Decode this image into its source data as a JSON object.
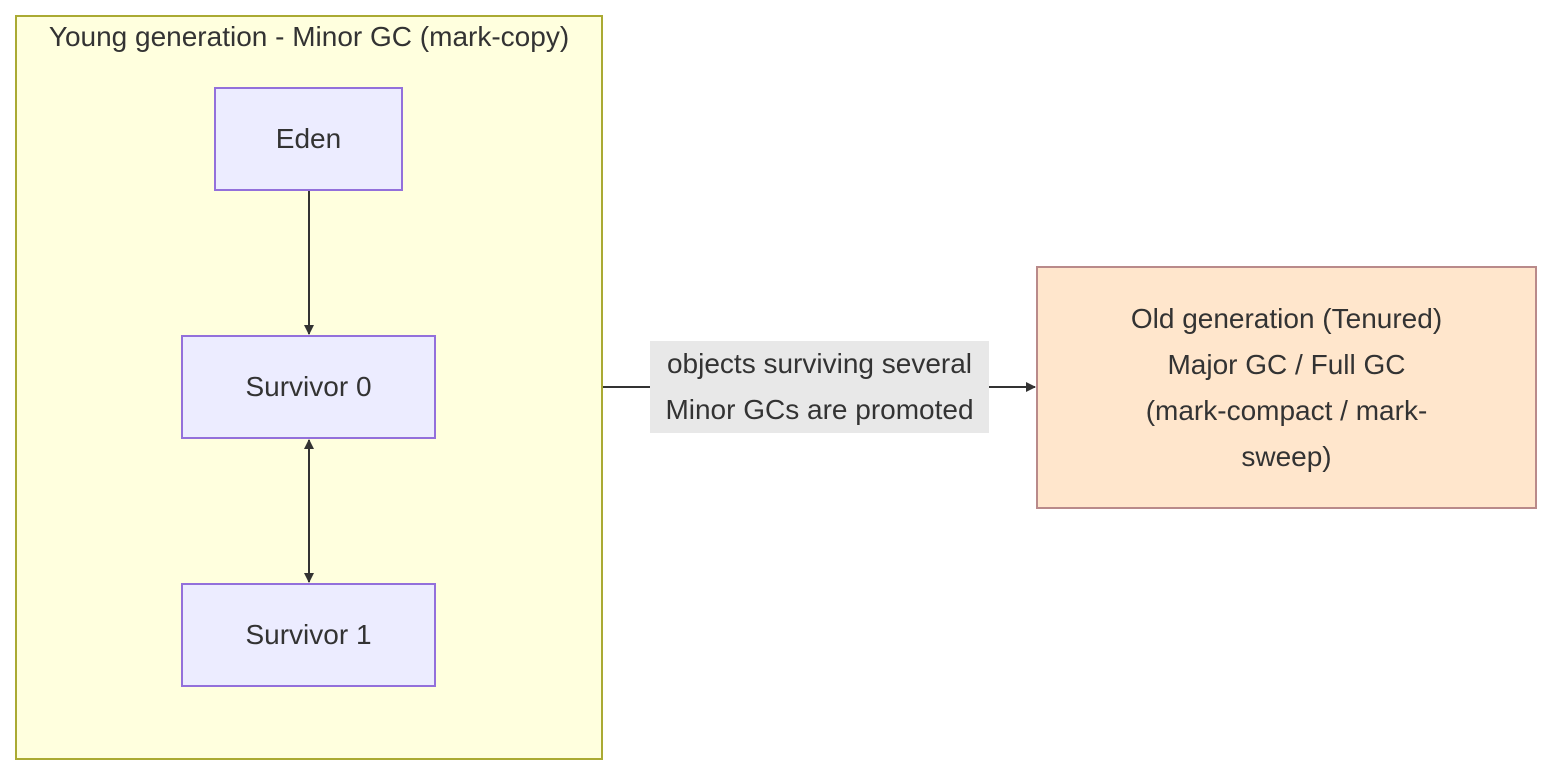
{
  "diagram": {
    "young_group": {
      "title": "Young generation - Minor GC (mark-copy)",
      "fill": "#ffffde",
      "stroke": "#aaaa33"
    },
    "nodes": {
      "eden": "Eden",
      "survivor0": "Survivor 0",
      "survivor1": "Survivor 1",
      "old": {
        "lines": [
          "Old generation (Tenured)",
          "Major GC / Full GC",
          "(mark-compact / mark-",
          "sweep)"
        ],
        "fill": "#ffe6cc"
      }
    },
    "edges": {
      "promotion_label": {
        "lines": [
          "objects surviving several",
          "Minor GCs are promoted"
        ]
      }
    },
    "colors": {
      "node_fill": "#ececff",
      "node_stroke": "#9370db",
      "edge": "#333333"
    }
  }
}
